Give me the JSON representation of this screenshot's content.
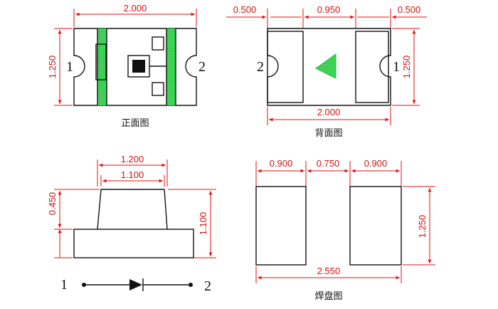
{
  "views": {
    "front": {
      "caption": "正面图",
      "dim_width": "2.000",
      "dim_height": "1.250",
      "pin_left": "1",
      "pin_right": "2"
    },
    "back": {
      "caption": "背面图",
      "dim_left": "0.500",
      "dim_center": "0.950",
      "dim_right": "0.500",
      "dim_width": "2.000",
      "dim_height": "1.250",
      "pin_left": "2",
      "pin_right": "1"
    },
    "side": {
      "dim_top": "1.200",
      "dim_inner": "1.100",
      "dim_dome": "0.450",
      "dim_total": "1.100"
    },
    "symbol": {
      "pin_left": "1",
      "pin_right": "2"
    },
    "pad": {
      "caption": "焊盘图",
      "dim_left": "0.900",
      "dim_center": "0.750",
      "dim_right": "0.900",
      "dim_total": "2.550",
      "dim_height": "1.250"
    }
  },
  "colors": {
    "dimension": "#e01010",
    "outline": "#111111",
    "green_marking": "#22c33a"
  }
}
